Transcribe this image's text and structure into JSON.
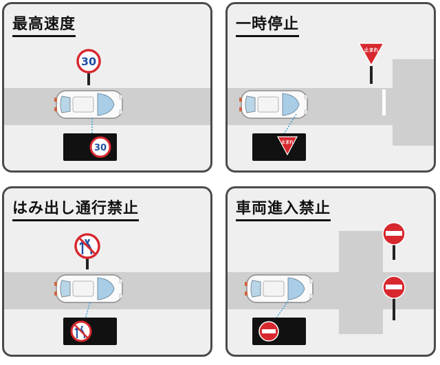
{
  "panels": [
    {
      "title": "最高速度",
      "sign_type": "speed-limit",
      "sign_value": "30"
    },
    {
      "title": "一時停止",
      "sign_type": "stop",
      "sign_text": "止まれ"
    },
    {
      "title": "はみ出し通行禁止",
      "sign_type": "no-overtaking-lane"
    },
    {
      "title": "車両進入禁止",
      "sign_type": "no-entry"
    }
  ],
  "colors": {
    "panel_bg": "#efefef",
    "panel_border": "#4a4a4a",
    "road": "#cfcfcf",
    "sign_red": "#d7282f",
    "sign_blue": "#1e4ea3",
    "display_bg": "#111111",
    "dotted_line": "#3aa0d8"
  }
}
